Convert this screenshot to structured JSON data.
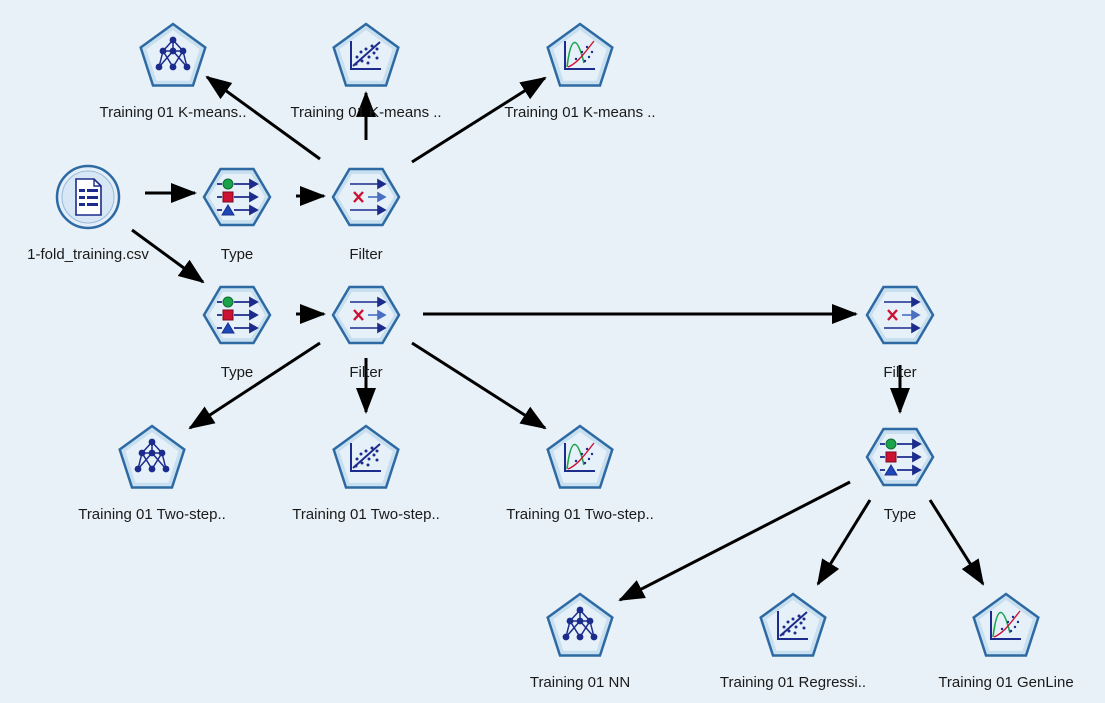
{
  "nodes": [
    {
      "id": "n_km_nn",
      "icon": "network",
      "label": "Training 01 K-means.."
    },
    {
      "id": "n_km_reg",
      "icon": "regression",
      "label": "Training 01 K-means .."
    },
    {
      "id": "n_km_gen",
      "icon": "genline",
      "label": "Training 01 K-means .."
    },
    {
      "id": "n_source",
      "icon": "file",
      "label": "1-fold_training.csv"
    },
    {
      "id": "n_type1",
      "icon": "type",
      "label": "Type"
    },
    {
      "id": "n_filter1",
      "icon": "filter",
      "label": "Filter"
    },
    {
      "id": "n_type2",
      "icon": "type",
      "label": "Type"
    },
    {
      "id": "n_filter2",
      "icon": "filter",
      "label": "Filter"
    },
    {
      "id": "n_filter3",
      "icon": "filter",
      "label": "Filter"
    },
    {
      "id": "n_ts_nn",
      "icon": "network",
      "label": "Training 01 Two-step.."
    },
    {
      "id": "n_ts_reg",
      "icon": "regression",
      "label": "Training 01 Two-step.."
    },
    {
      "id": "n_ts_gen",
      "icon": "genline",
      "label": "Training 01 Two-step.."
    },
    {
      "id": "n_type3",
      "icon": "type",
      "label": "Type"
    },
    {
      "id": "n_nn",
      "icon": "network",
      "label": "Training 01 NN"
    },
    {
      "id": "n_reg",
      "icon": "regression",
      "label": "Training 01 Regressi.."
    },
    {
      "id": "n_gen",
      "icon": "genline",
      "label": "Training 01 GenLine"
    }
  ],
  "edges": [
    {
      "from": "n_source",
      "to": "n_type1"
    },
    {
      "from": "n_type1",
      "to": "n_filter1"
    },
    {
      "from": "n_filter1",
      "to": "n_km_nn"
    },
    {
      "from": "n_filter1",
      "to": "n_km_reg"
    },
    {
      "from": "n_filter1",
      "to": "n_km_gen"
    },
    {
      "from": "n_source",
      "to": "n_type2"
    },
    {
      "from": "n_type2",
      "to": "n_filter2"
    },
    {
      "from": "n_filter2",
      "to": "n_ts_nn"
    },
    {
      "from": "n_filter2",
      "to": "n_ts_reg"
    },
    {
      "from": "n_filter2",
      "to": "n_ts_gen"
    },
    {
      "from": "n_filter2",
      "to": "n_filter3"
    },
    {
      "from": "n_filter3",
      "to": "n_type3"
    },
    {
      "from": "n_type3",
      "to": "n_nn"
    },
    {
      "from": "n_type3",
      "to": "n_reg"
    },
    {
      "from": "n_type3",
      "to": "n_gen"
    }
  ],
  "colors": {
    "background": "#e8f1f7",
    "node_fill": "#c8dff0",
    "node_stroke": "#2d6aa3",
    "glyph_blue": "#1c2c8c",
    "glyph_green": "#1aa34a",
    "glyph_red": "#cc1133",
    "arrow": "#000000"
  }
}
